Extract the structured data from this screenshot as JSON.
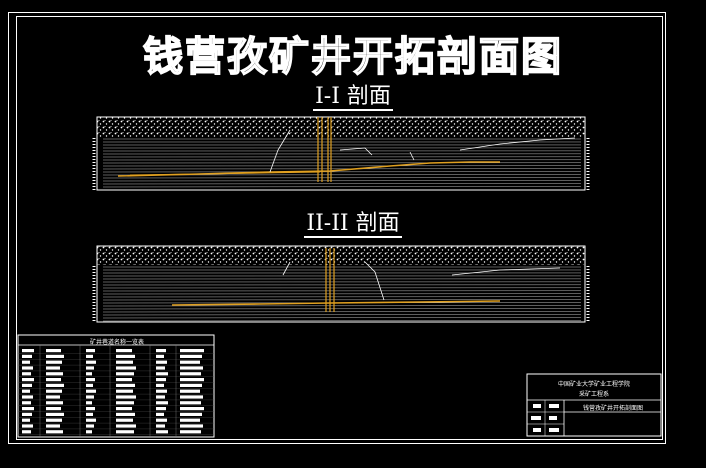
{
  "drawing": {
    "title": "钱营孜矿井开拓剖面图",
    "section_1_title": "I-I 剖面",
    "section_2_title": "II-II 剖面"
  },
  "roadway_table": {
    "title": "矿井巷道名称一览表"
  },
  "title_block": {
    "school": "中国矿业大学矿业工程学院",
    "department": "采矿工程系",
    "drawing_name": "钱营孜矿井开拓剖面图"
  },
  "colors": {
    "background": "#000000",
    "line": "#ffffff",
    "roadway": "#e0a020",
    "shaft": "#e0a020"
  }
}
